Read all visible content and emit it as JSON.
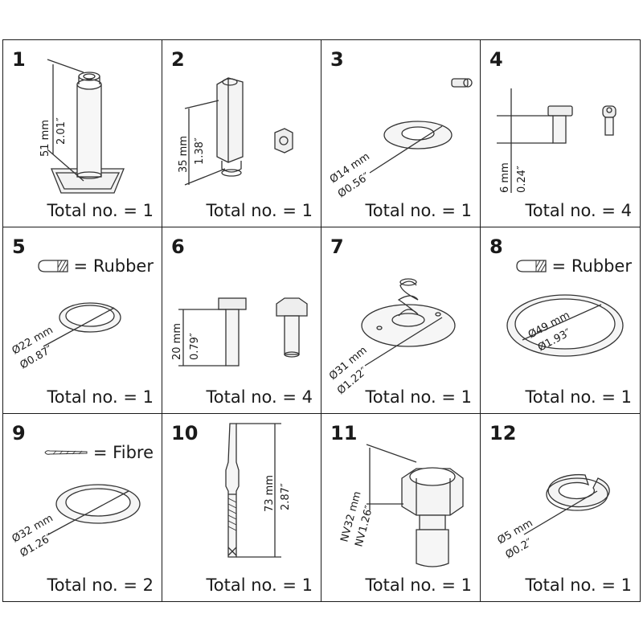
{
  "parts": [
    {
      "number": "1",
      "total": "Total no. = 1",
      "dim_metric": "51 mm",
      "dim_imperial": "2.01″"
    },
    {
      "number": "2",
      "total": "Total no. = 1",
      "dim_metric": "35 mm",
      "dim_imperial": "1.38″"
    },
    {
      "number": "3",
      "total": "Total no. = 1",
      "dim_metric": "Ø14 mm",
      "dim_imperial": "Ø0.56″"
    },
    {
      "number": "4",
      "total": "Total no. = 4",
      "dim_metric": "6 mm",
      "dim_imperial": "0.24″"
    },
    {
      "number": "5",
      "total": "Total no. = 1",
      "dim_metric": "Ø22 mm",
      "dim_imperial": "Ø0.87″",
      "legend": "= Rubber"
    },
    {
      "number": "6",
      "total": "Total no. = 4",
      "dim_metric": "20 mm",
      "dim_imperial": "0.79″"
    },
    {
      "number": "7",
      "total": "Total no. = 1",
      "dim_metric": "Ø31 mm",
      "dim_imperial": "Ø1.22″"
    },
    {
      "number": "8",
      "total": "Total no. = 1",
      "dim_metric": "Ø49 mm",
      "dim_imperial": "Ø1.93″",
      "legend": "= Rubber"
    },
    {
      "number": "9",
      "total": "Total no. = 2",
      "dim_metric": "Ø32 mm",
      "dim_imperial": "Ø1.26″",
      "legend": "= Fibre"
    },
    {
      "number": "10",
      "total": "Total no. = 1",
      "dim_metric": "73 mm",
      "dim_imperial": "2.87″"
    },
    {
      "number": "11",
      "total": "Total no. = 1",
      "dim_metric": "NV32 mm",
      "dim_imperial": "NV1.26″"
    },
    {
      "number": "12",
      "total": "Total no. = 1",
      "dim_metric": "Ø5 mm",
      "dim_imperial": "Ø0.2″"
    }
  ]
}
